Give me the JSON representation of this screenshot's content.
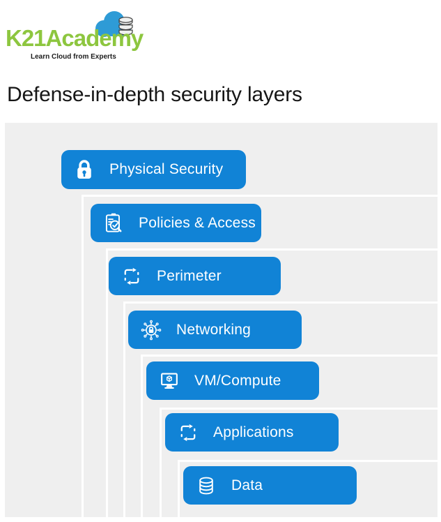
{
  "logo": {
    "brand": "K21Academy",
    "tagline": "Learn Cloud from Experts"
  },
  "heading": {
    "title": "Defense-in-depth security layers"
  },
  "colors": {
    "layer_blue": "#1183d6",
    "panel_gray": "#efefef",
    "frame_white": "#ffffff",
    "brand_green": "#8dc63f",
    "cloud_blue": "#2e9bd6",
    "title_color": "#161616"
  },
  "diagram": {
    "layers": [
      {
        "label": "Physical Security",
        "icon": "lock-icon"
      },
      {
        "label": "Policies & Access",
        "icon": "clipboard-audit-icon"
      },
      {
        "label": "Perimeter",
        "icon": "sync-brackets-icon"
      },
      {
        "label": "Networking",
        "icon": "network-security-icon"
      },
      {
        "label": "VM/Compute",
        "icon": "monitor-package-icon"
      },
      {
        "label": "Applications",
        "icon": "sync-brackets-icon"
      },
      {
        "label": "Data",
        "icon": "database-icon"
      }
    ]
  }
}
